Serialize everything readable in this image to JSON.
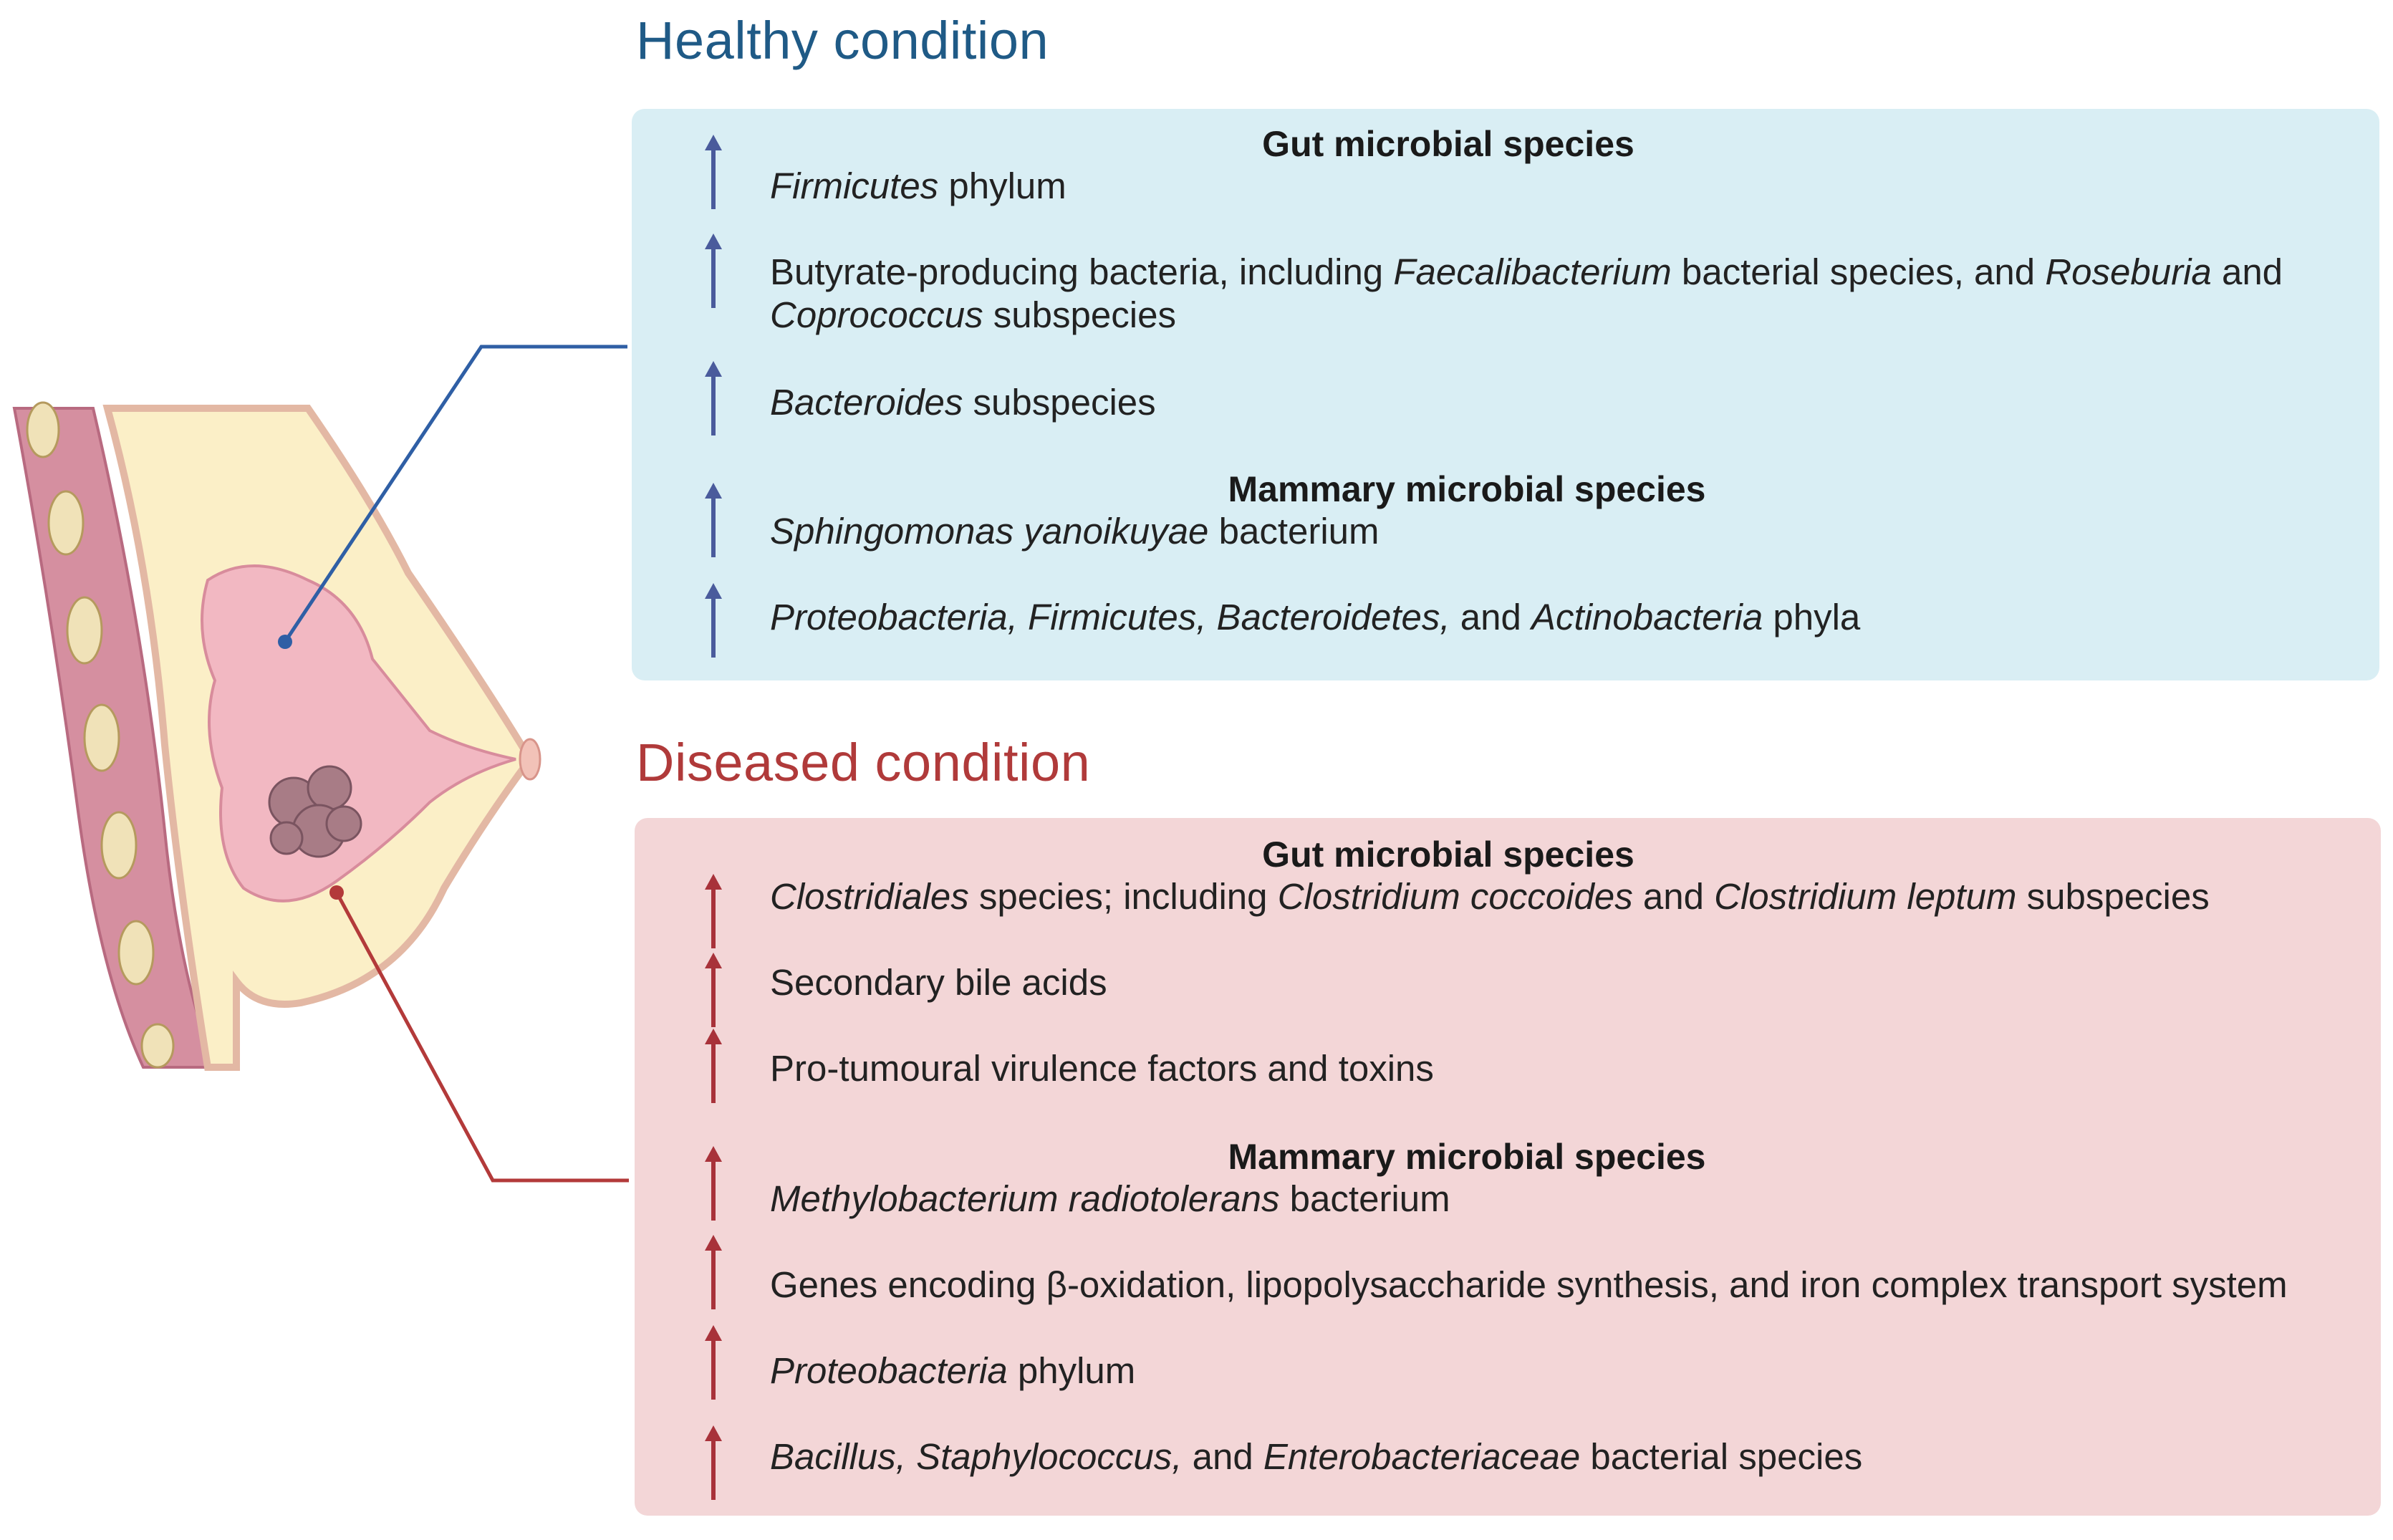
{
  "healthy": {
    "title": "Healthy condition",
    "gut_heading": "Gut microbial species",
    "mammary_heading": "Mammary microbial species",
    "items": [
      {
        "em1": "Firmicutes",
        "t1": " phylum"
      },
      {
        "line1_t1": "Butyrate-producing bacteria, including ",
        "line1_em1": "Faecalibacterium",
        "line1_t2": " bacterial species, and ",
        "line1_em2": "Roseburia",
        "line1_t3": " and",
        "line2_em1": "Coprococcus",
        "line2_t1": " subspecies"
      },
      {
        "em1": "Bacteroides",
        "t1": " subspecies"
      },
      {
        "em1": "Sphingomonas yanoikuyae",
        "t1": " bacterium"
      },
      {
        "em1": "Proteobacteria, Firmicutes, Bacteroidetes,",
        "t1": " and ",
        "em2": "Actinobacteria",
        "t2": " phyla"
      }
    ],
    "arrow_color": "#4a5b9c"
  },
  "diseased": {
    "title": "Diseased condition",
    "gut_heading": "Gut microbial species",
    "mammary_heading": "Mammary microbial species",
    "items": [
      {
        "em1": "Clostridiales",
        "t1": " species; including ",
        "em2": "Clostridium coccoides",
        "t2": " and ",
        "em3": "Clostridium leptum",
        "t3": " subspecies"
      },
      {
        "t1": "Secondary bile acids"
      },
      {
        "t1": "Pro-tumoural virulence factors and toxins"
      },
      {
        "em1": "Methylobacterium radiotolerans",
        "t1": " bacterium"
      },
      {
        "t1": "Genes encoding β-oxidation, lipopolysaccharide synthesis, and iron complex transport system"
      },
      {
        "em1": "Proteobacteria",
        "t1": " phylum"
      },
      {
        "em1": "Bacillus, Staphylococcus,",
        "t1": " and ",
        "em2": "Enterobacteriaceae",
        "t2": " bacterial species"
      }
    ],
    "arrow_color": "#a8323a"
  },
  "colors": {
    "healthy_title": "#1f5a86",
    "diseased_title": "#b03a3a",
    "healthy_panel": "#d9eef4",
    "diseased_panel": "#f3d6d7",
    "healthy_connector": "#2f5fa5",
    "diseased_connector": "#b33a3a"
  }
}
